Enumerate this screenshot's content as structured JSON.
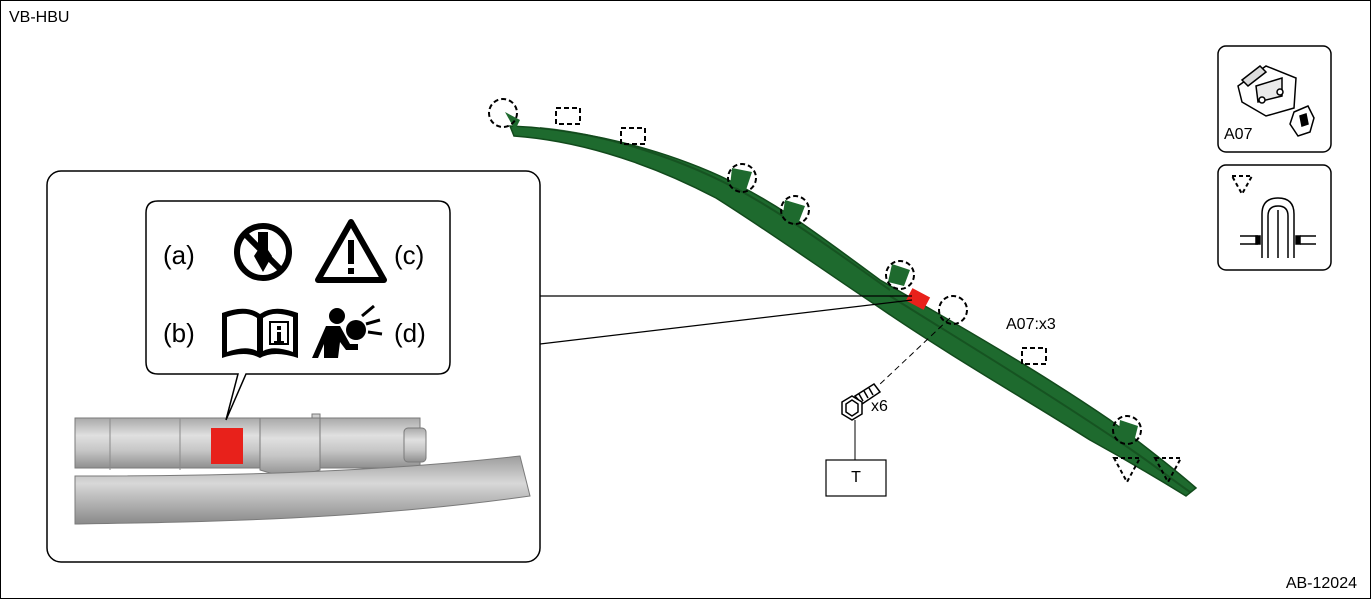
{
  "header": {
    "code": "VB-HBU"
  },
  "footer": {
    "figure_id": "AB-12024"
  },
  "legend": {
    "clip_label": "A07"
  },
  "callouts": {
    "clip_count": "A07:x3",
    "bolt_count": "x6",
    "torque_label": "T"
  },
  "label_detail": {
    "a": "(a)",
    "b": "(b)",
    "c": "(c)",
    "d": "(d)",
    "marker_color": "#e8211b"
  },
  "colors": {
    "airbag_module": "#1e6a2e",
    "airbag_dark": "#124a1c",
    "tube_gray": "#bfbfbf",
    "warning_red": "#e8211b"
  },
  "icons": {
    "no_disassemble": "no-disassemble-icon",
    "warning": "warning-triangle-icon",
    "manual": "read-manual-icon",
    "airbag": "airbag-deploy-icon",
    "clip": "clip-icon",
    "bolt": "bolt-icon"
  }
}
